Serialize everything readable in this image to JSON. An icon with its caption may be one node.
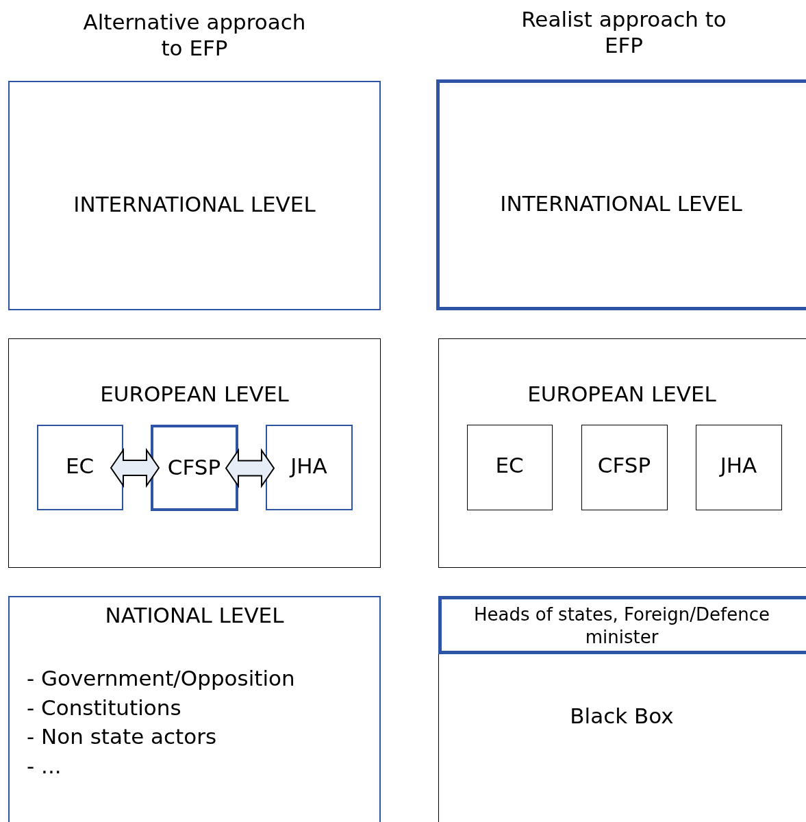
{
  "diagram": {
    "nodes": [
      {
        "text": [
          "INTERNATIONAL LEVEL"
        ]
      },
      {
        "text": [
          "EUROPEAN LEVEL"
        ]
      },
      {
        "text": [
          "EC"
        ],
        "in": 1
      },
      {
        "text": [
          "CFSP"
        ],
        "in": 1
      },
      {
        "text": [
          "JHA"
        ],
        "in": 1
      },
      {
        "text": [
          "NATIONAL LEVEL",
          "- Government/Opposition",
          "- Constitutions",
          "- Non state actors",
          "- ..."
        ]
      },
      {
        "text": [
          "INTERNATIONAL LEVEL"
        ]
      },
      {
        "text": [
          "EUROPEAN LEVEL"
        ]
      },
      {
        "text": [
          "EC"
        ],
        "in": 7
      },
      {
        "text": [
          "CFSP"
        ],
        "in": 7
      },
      {
        "text": [
          "JHA"
        ],
        "in": 7
      },
      {
        "text": [
          "Black Box"
        ]
      },
      {
        "text": [
          "Heads of states, Foreign/Defence minister"
        ],
        "in": 11
      }
    ],
    "edges": [
      {
        "from": 2,
        "to": 3,
        "arrow": "both"
      },
      {
        "from": 3,
        "to": 4,
        "arrow": "both"
      }
    ],
    "labels": [
      "Alternative approach to EFP",
      "Realist approach to EFP"
    ]
  }
}
